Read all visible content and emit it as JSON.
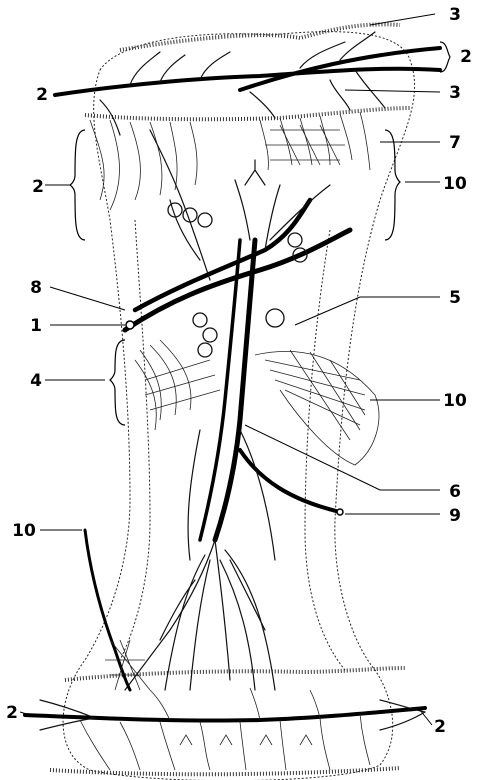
{
  "labels": {
    "l3_top": "3",
    "l2_top_right": "2",
    "l2_top_left": "2",
    "l3_mid": "3",
    "l7": "7",
    "l2_left": "2",
    "l10_right_upper": "10",
    "l8": "8",
    "l5": "5",
    "l1": "1",
    "l4": "4",
    "l10_right_mid": "10",
    "l6": "6",
    "l9": "9",
    "l10_left_lower": "10",
    "l2_bottom_left": "2",
    "l2_bottom_right": "2"
  }
}
